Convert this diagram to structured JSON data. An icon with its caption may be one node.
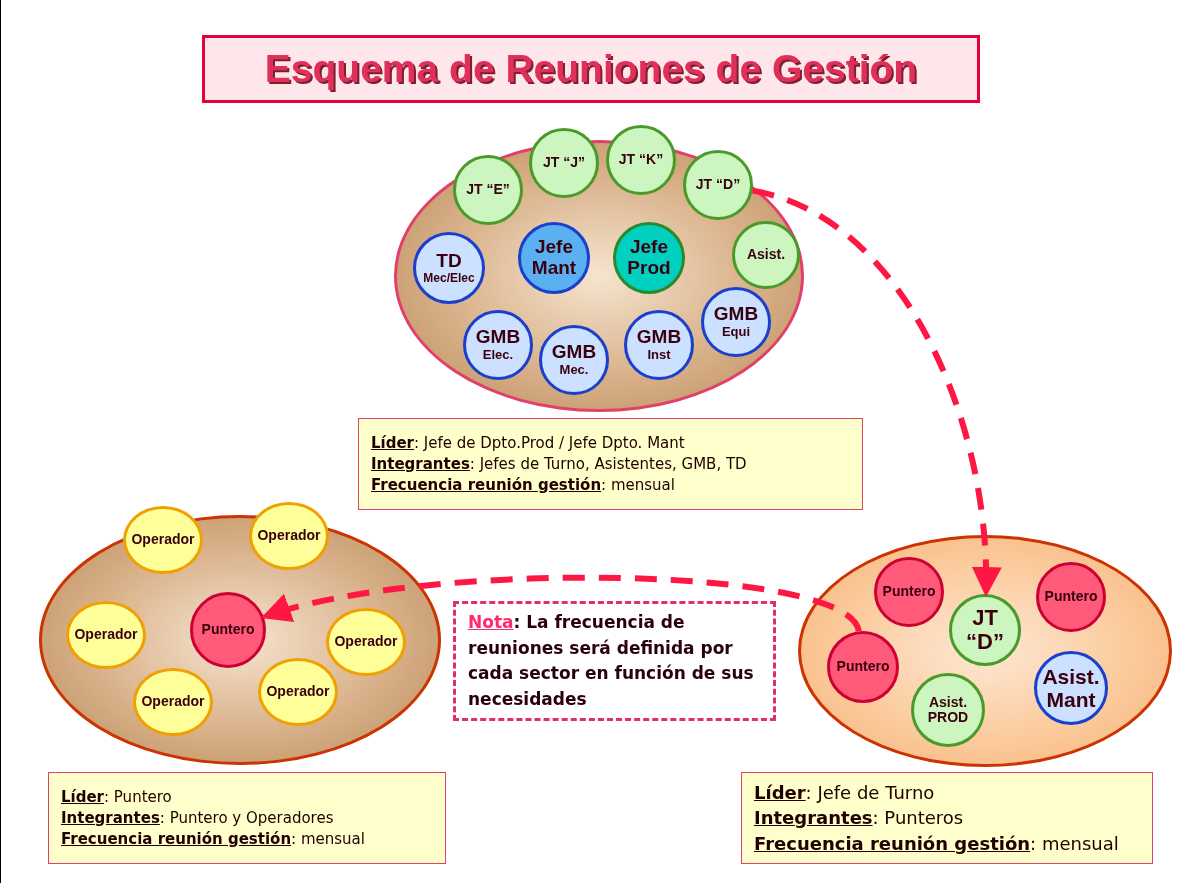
{
  "diagram": {
    "title": "Esquema de Reuniones de Gestión",
    "nodes": [
      {
        "text": [],
        "shape": "oval"
      },
      {
        "text": [
          "JT “E”"
        ],
        "in": 0
      },
      {
        "text": [
          "JT “J”"
        ],
        "in": 0
      },
      {
        "text": [
          "JT “K”"
        ],
        "in": 0
      },
      {
        "text": [
          "JT “D”"
        ],
        "in": 0
      },
      {
        "text": [
          "TD",
          "Mec/Elec"
        ],
        "in": 0
      },
      {
        "text": [
          "Jefe Mant"
        ],
        "in": 0
      },
      {
        "text": [
          "Jefe Prod"
        ],
        "in": 0
      },
      {
        "text": [
          "Asist."
        ],
        "in": 0
      },
      {
        "text": [
          "GMB",
          "Equi"
        ],
        "in": 0
      },
      {
        "text": [
          "GMB",
          "Elec."
        ],
        "in": 0
      },
      {
        "text": [
          "GMB",
          "Mec."
        ],
        "in": 0
      },
      {
        "text": [
          "GMB",
          "Inst"
        ],
        "in": 0
      },
      {
        "text": [
          "**Líder**: Jefe de Dpto.Prod / Jefe Dpto. Mant",
          "**Integrantes**: Jefes de Turno, Asistentes, GMB, TD",
          "**Frecuencia reunión gestión**: mensual"
        ]
      },
      {
        "text": [],
        "shape": "oval"
      },
      {
        "text": [
          "Puntero"
        ],
        "in": 14
      },
      {
        "text": [
          "Operador"
        ],
        "in": 14
      },
      {
        "text": [
          "Operador"
        ],
        "in": 14
      },
      {
        "text": [
          "Operador"
        ],
        "in": 14
      },
      {
        "text": [
          "Operador"
        ],
        "in": 14
      },
      {
        "text": [
          "Operador"
        ],
        "in": 14
      },
      {
        "text": [
          "Operador"
        ],
        "in": 14
      },
      {
        "text": [
          "**Líder**: Puntero",
          "**Integrantes**: Puntero y Operadores",
          "**Frecuencia reunión gestión**: mensual"
        ]
      },
      {
        "text": [
          "**Nota**: La frecuencia de reuniones será definida por cada sector en función de sus necesidades"
        ]
      },
      {
        "text": [],
        "shape": "oval"
      },
      {
        "text": [
          "Puntero"
        ],
        "in": 24
      },
      {
        "text": [
          "Puntero"
        ],
        "in": 24
      },
      {
        "text": [
          "Puntero"
        ],
        "in": 24
      },
      {
        "text": [
          "JT “D”"
        ],
        "in": 24
      },
      {
        "text": [
          "Asist. Mant"
        ],
        "in": 24
      },
      {
        "text": [
          "Asist. PROD"
        ],
        "in": 24
      },
      {
        "text": [
          "**Líder**: Jefe de Turno",
          "**Integrantes**: Punteros",
          "**Frecuencia reunión gestión**: mensual"
        ]
      }
    ],
    "edges": [
      {
        "from": 4,
        "to": 28,
        "arrow": "to",
        "style": "dashed",
        "color": "#ff1744"
      },
      {
        "from": 27,
        "to": 15,
        "arrow": "to",
        "style": "dashed",
        "color": "#ff1744"
      }
    ]
  }
}
